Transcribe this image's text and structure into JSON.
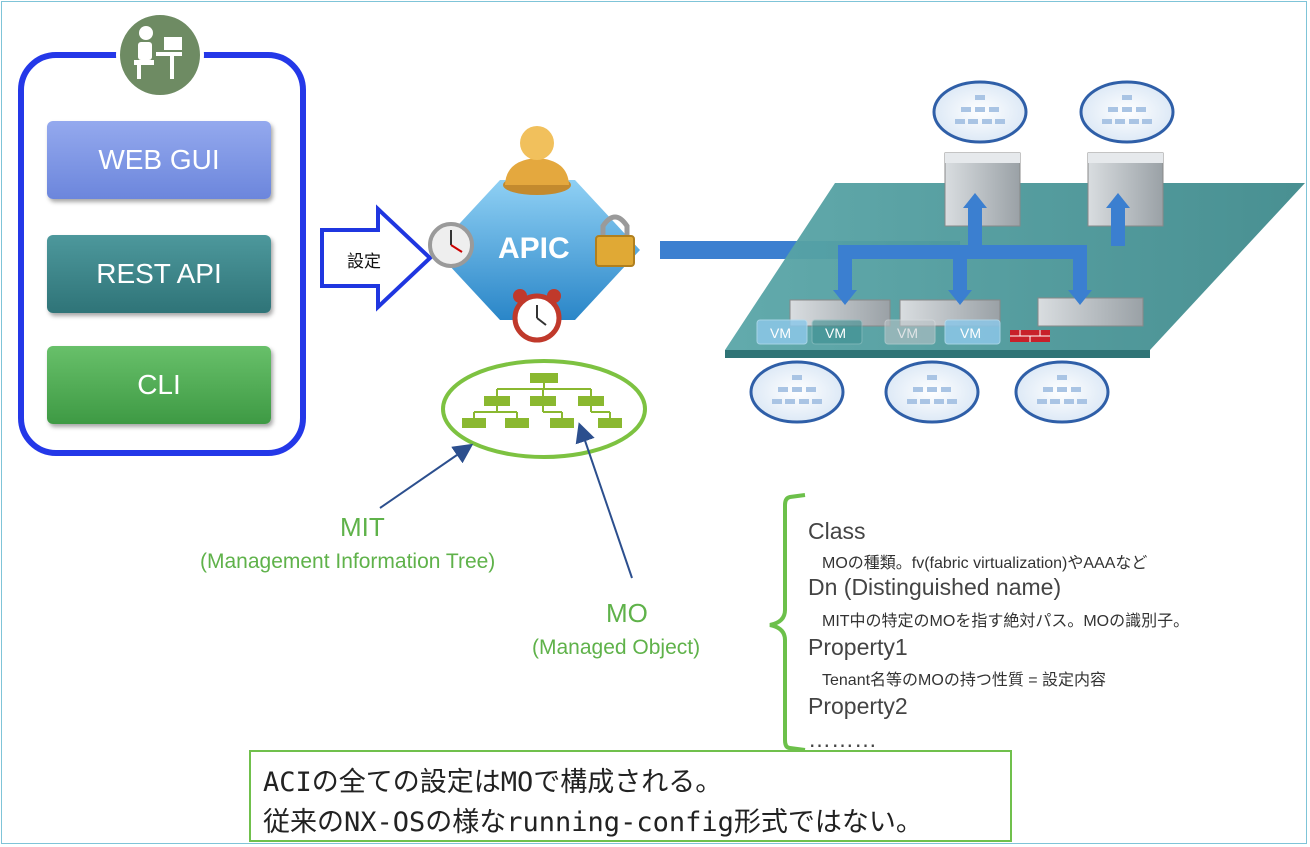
{
  "clients": {
    "web_gui": "WEB GUI",
    "rest_api": "REST API",
    "cli": "CLI"
  },
  "arrow_label": "設定",
  "apic_label": "APIC",
  "fabric": {
    "vm_labels": [
      "VM",
      "VM",
      "VM",
      "VM"
    ]
  },
  "mit": {
    "title": "MIT",
    "subtitle": "(Management Information Tree)"
  },
  "mo": {
    "title": "MO",
    "subtitle": "(Managed Object)"
  },
  "properties": [
    {
      "heading": "Class",
      "detail": "MOの種類。fv(fabric virtualization)やAAAなど"
    },
    {
      "heading": "Dn (Distinguished name)",
      "detail": "MIT中の特定のMOを指す絶対パス。MOの識別子。"
    },
    {
      "heading": "Property1",
      "detail": "Tenant名等のMOの持つ性質 = 設定内容"
    },
    {
      "heading": "Property2",
      "detail": ""
    }
  ],
  "ellipsis": "………",
  "note": {
    "line1": "ACIの全ての設定はMOで構成される。",
    "line2": "従来のNX-OSの様なrunning-config形式ではない。"
  },
  "colors": {
    "client_border": "#2438e8",
    "web_gui": "#7c94e4",
    "rest_api": "#3a8286",
    "cli": "#4fad52",
    "apic": "#4aa3da",
    "link": "#3b7fd0",
    "fabric": "#4f9a9c",
    "mit_green": "#5fb24a"
  }
}
